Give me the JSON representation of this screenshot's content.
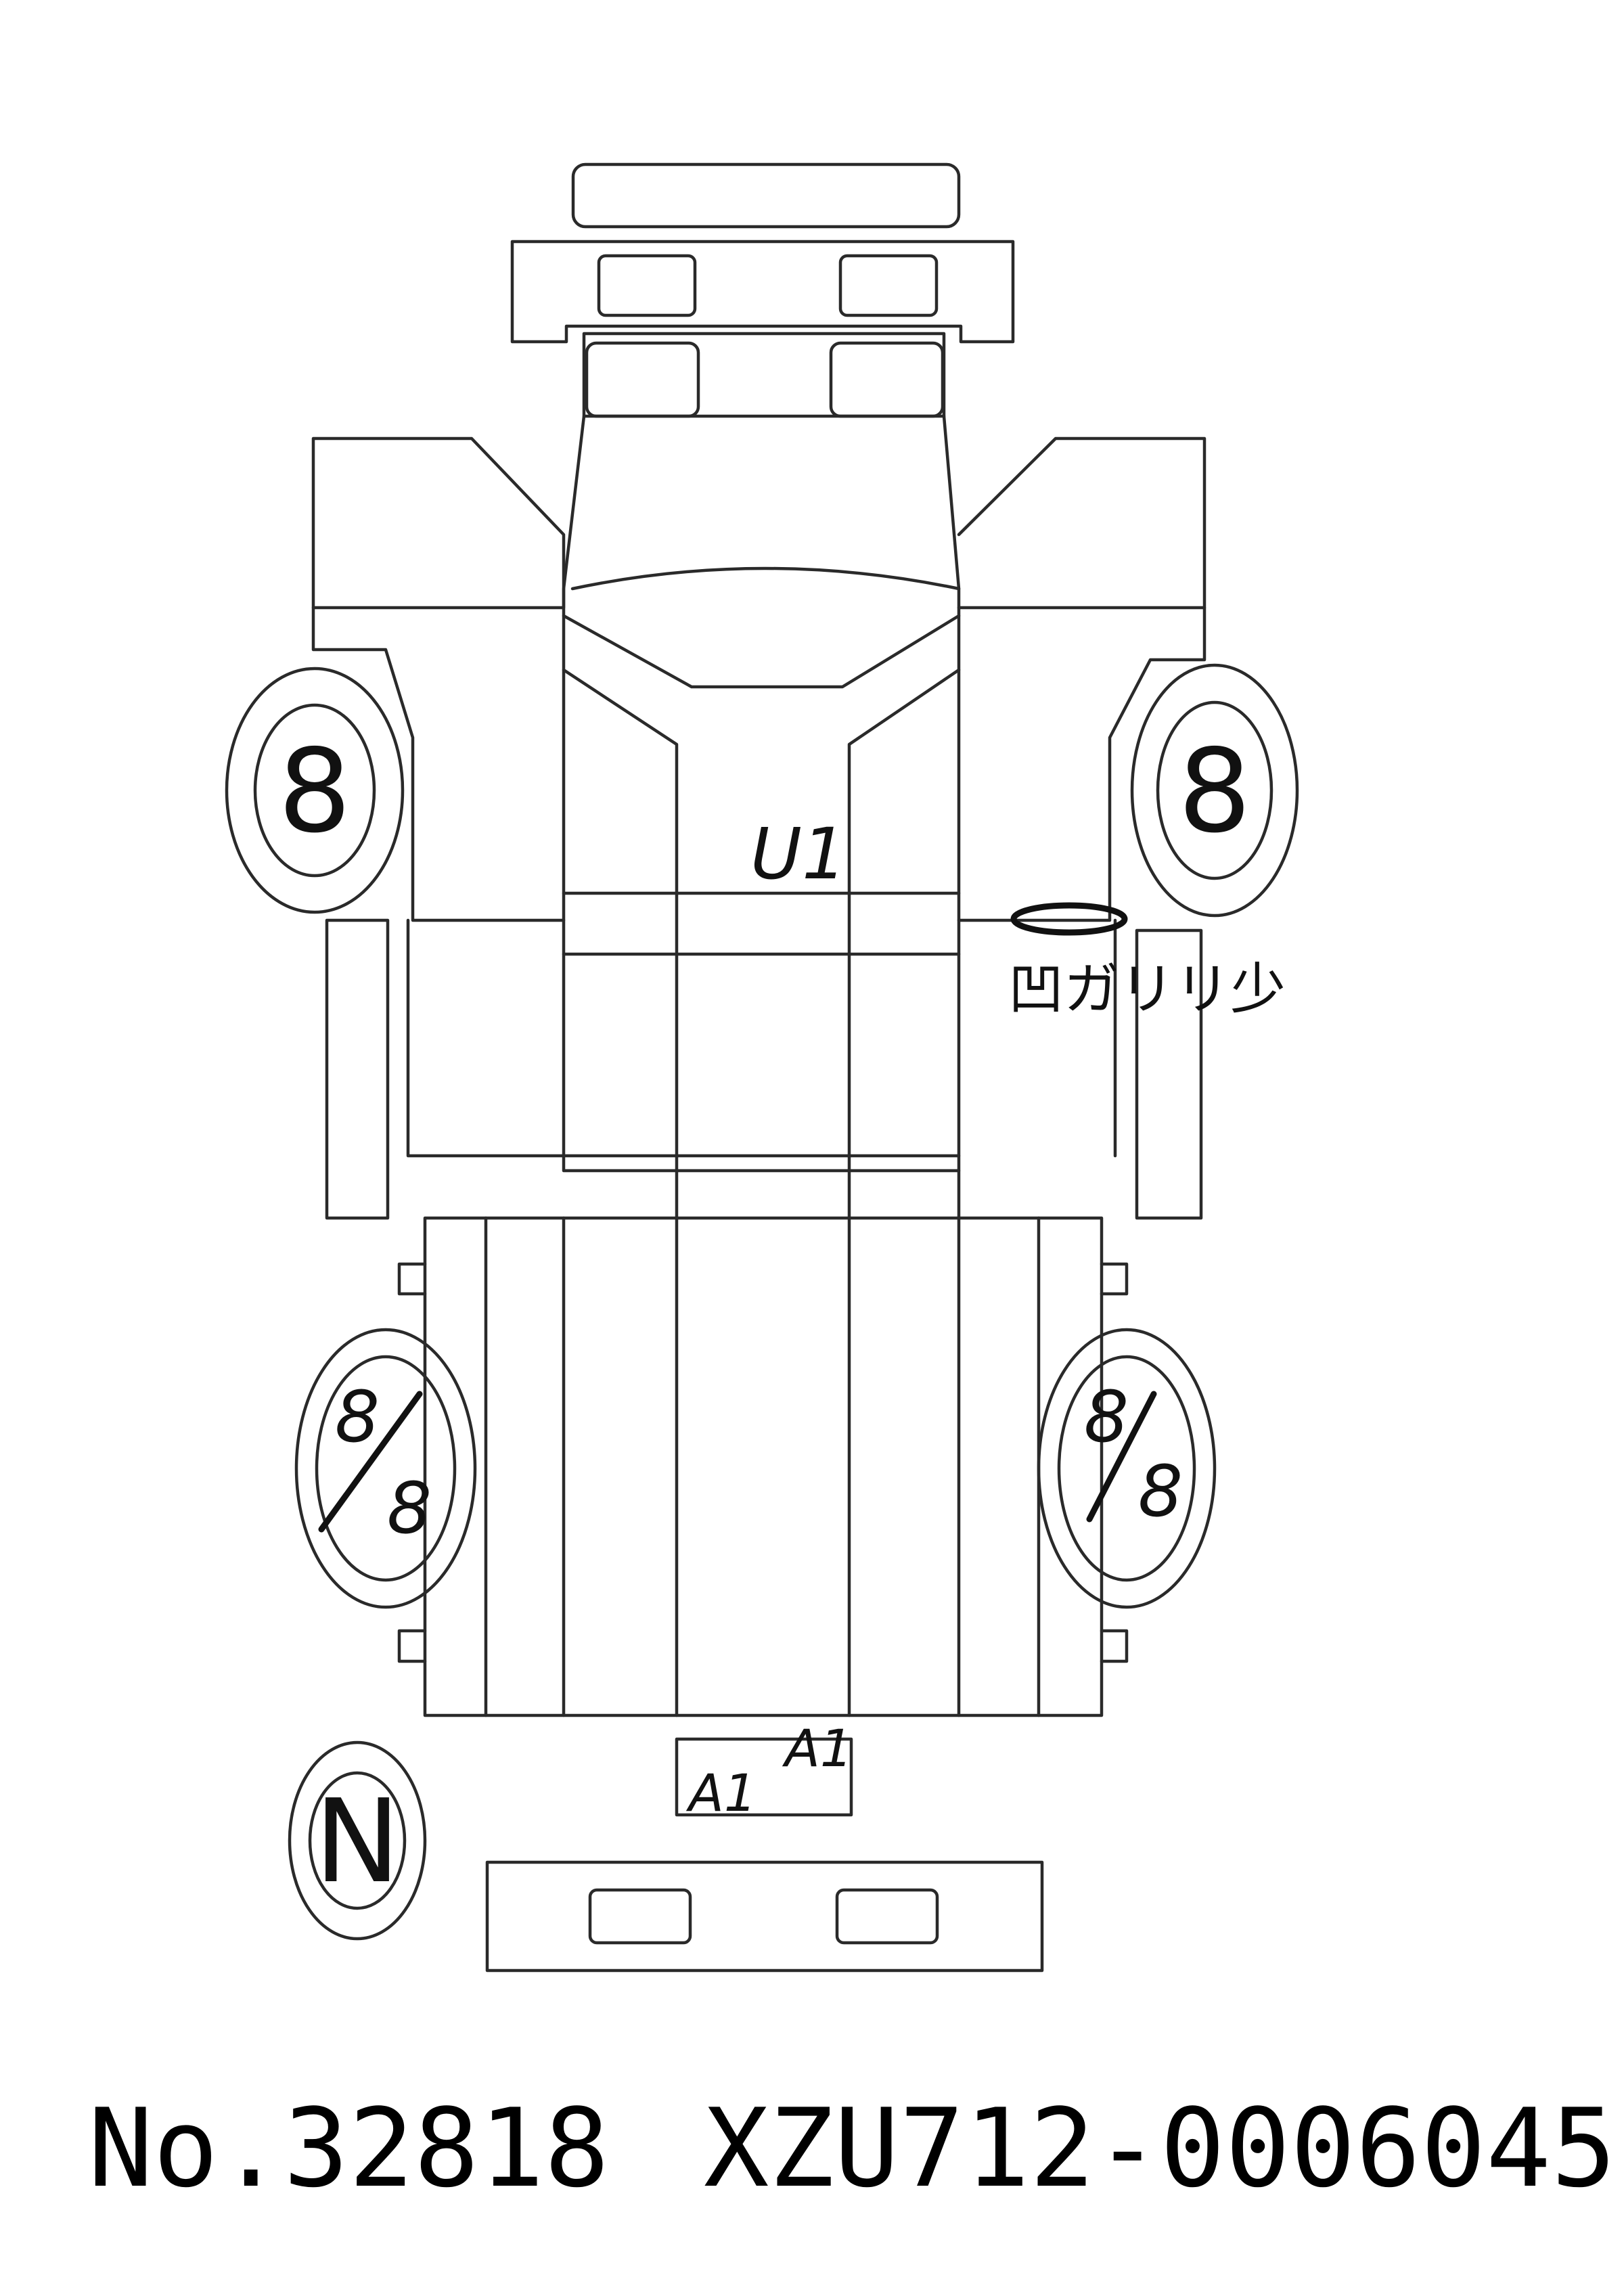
{
  "inspection_marks": {
    "front_left_tire": "8",
    "front_right_tire": "8",
    "rear_left_tire_top": "8",
    "rear_left_tire_bottom": "8",
    "rear_right_tire_top": "8",
    "rear_right_tire_bottom": "8",
    "cab_roof": "U1",
    "rear_panel_upper": "A1",
    "rear_panel_lower": "A1",
    "spare_tire": "N",
    "side_note": "凹ガリリ少"
  },
  "footer": {
    "stock_number": "No.32818",
    "chassis_number": "XZU712-0006045"
  }
}
